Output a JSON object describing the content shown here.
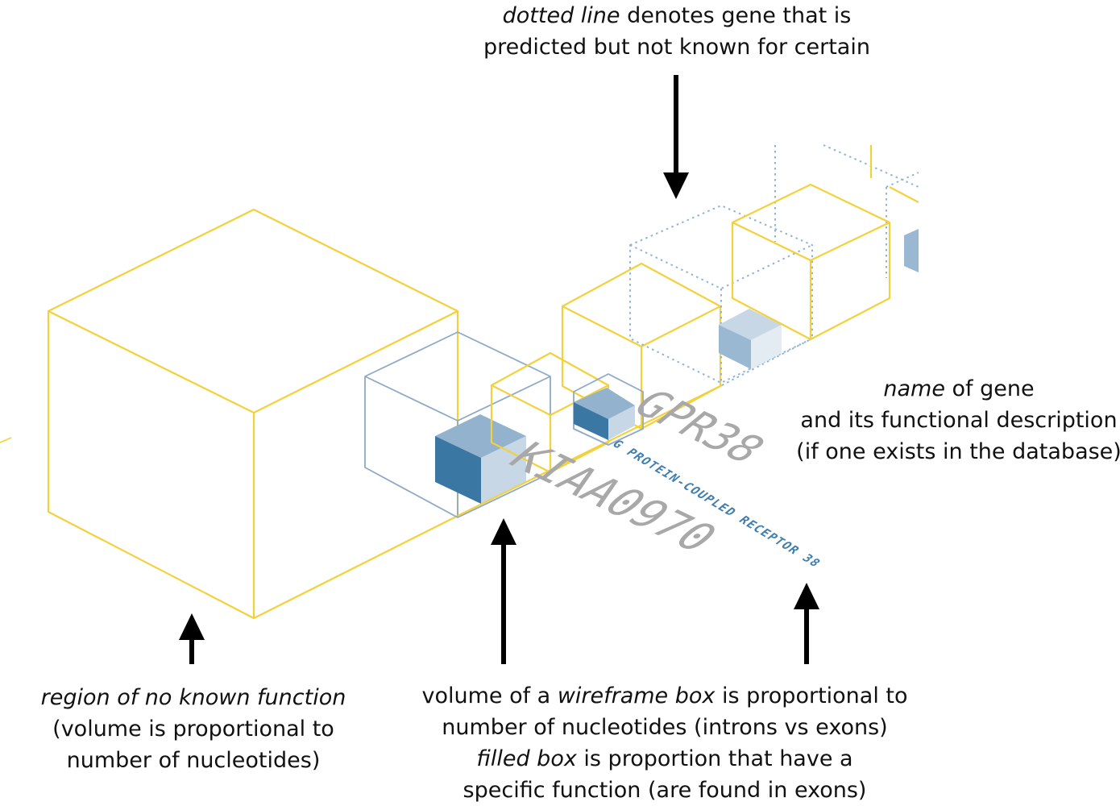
{
  "annotations": {
    "dotted_line": {
      "line1_italic": "dotted line",
      "line1_rest": " denotes gene that is",
      "line2": "predicted but not known for certain"
    },
    "gene_name": {
      "line1_italic": "name",
      "line1_rest": " of gene",
      "line2": "and its functional description",
      "line3": "(if one exists in the database)"
    },
    "region": {
      "line1_italic": "region of no known function",
      "line2": "(volume is proportional to",
      "line3": "number of nucleotides)"
    },
    "wireframe": {
      "line1_pre": "volume of a ",
      "line1_italic": "wireframe box",
      "line1_post": " is proportional to",
      "line2": "number of nucleotides (introns vs exons)",
      "line3_italic": "filled box",
      "line3_rest": " is proportion that have a",
      "line4": "specific function (are found in exons)"
    }
  },
  "genes": [
    {
      "symbol": "KIAA0970",
      "description": ""
    },
    {
      "symbol": "GPR38",
      "description": "G PROTEIN-COUPLED RECEPTOR 38"
    }
  ],
  "colors": {
    "no_function_region": "#f3d13b",
    "gene_wireframe": "#8eaac6",
    "predicted_gene": "#8fb3d3",
    "exon_top": "#93b2ce",
    "exon_front": "#3a77a3",
    "exon_side": "#c7d7e6",
    "gene_label": "#a8a8a8",
    "description_label": "#3f7eb0",
    "arrow": "#000000"
  }
}
